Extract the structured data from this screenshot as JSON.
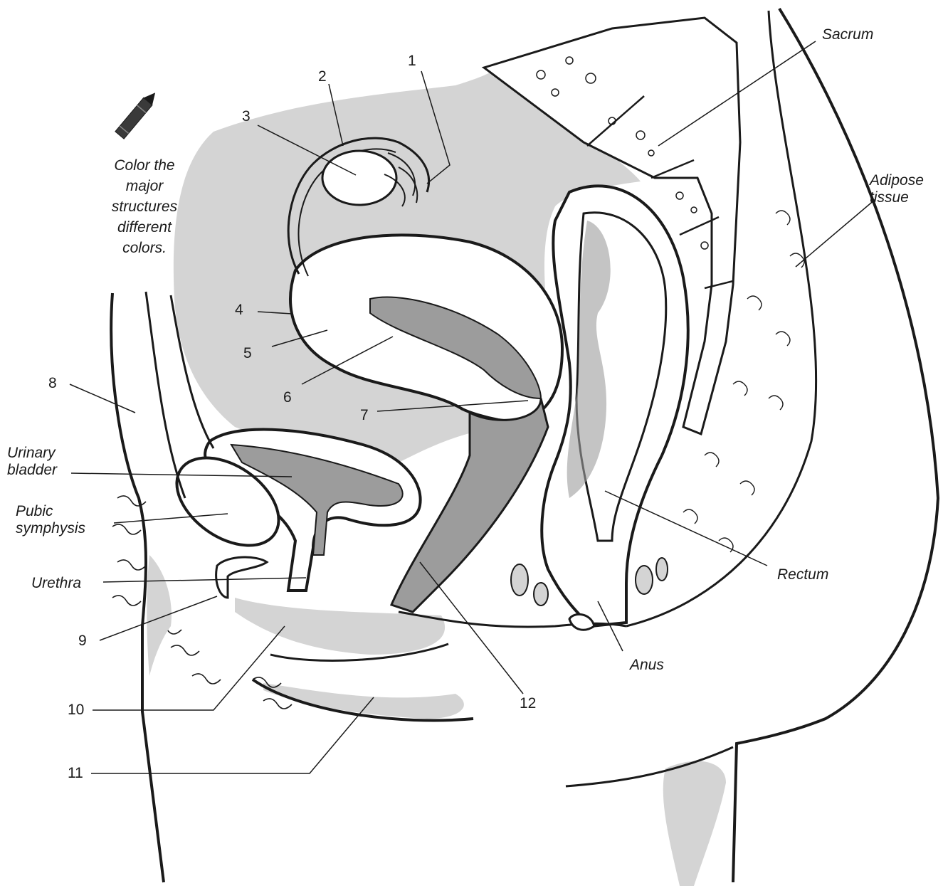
{
  "instruction": {
    "lines": [
      "Color the",
      "major",
      "structures",
      "different",
      "colors."
    ]
  },
  "labels": {
    "n1": "1",
    "n2": "2",
    "n3": "3",
    "n4": "4",
    "n5": "5",
    "n6": "6",
    "n7": "7",
    "n8": "8",
    "n9": "9",
    "n10": "10",
    "n11": "11",
    "n12": "12",
    "sacrum": "Sacrum",
    "adipose_tissue": [
      "Adipose",
      "tissue"
    ],
    "urinary_bladder": [
      "Urinary",
      "bladder"
    ],
    "pubic_symphysis": [
      "Pubic",
      "symphysis"
    ],
    "urethra": "Urethra",
    "rectum": "Rectum",
    "anus": "Anus"
  },
  "icons": [
    "crayon-icon"
  ],
  "colors": {
    "line": "#1a1a1a",
    "shade": "#d4d4d4",
    "dark_shade": "#9c9c9c",
    "background": "#ffffff"
  }
}
